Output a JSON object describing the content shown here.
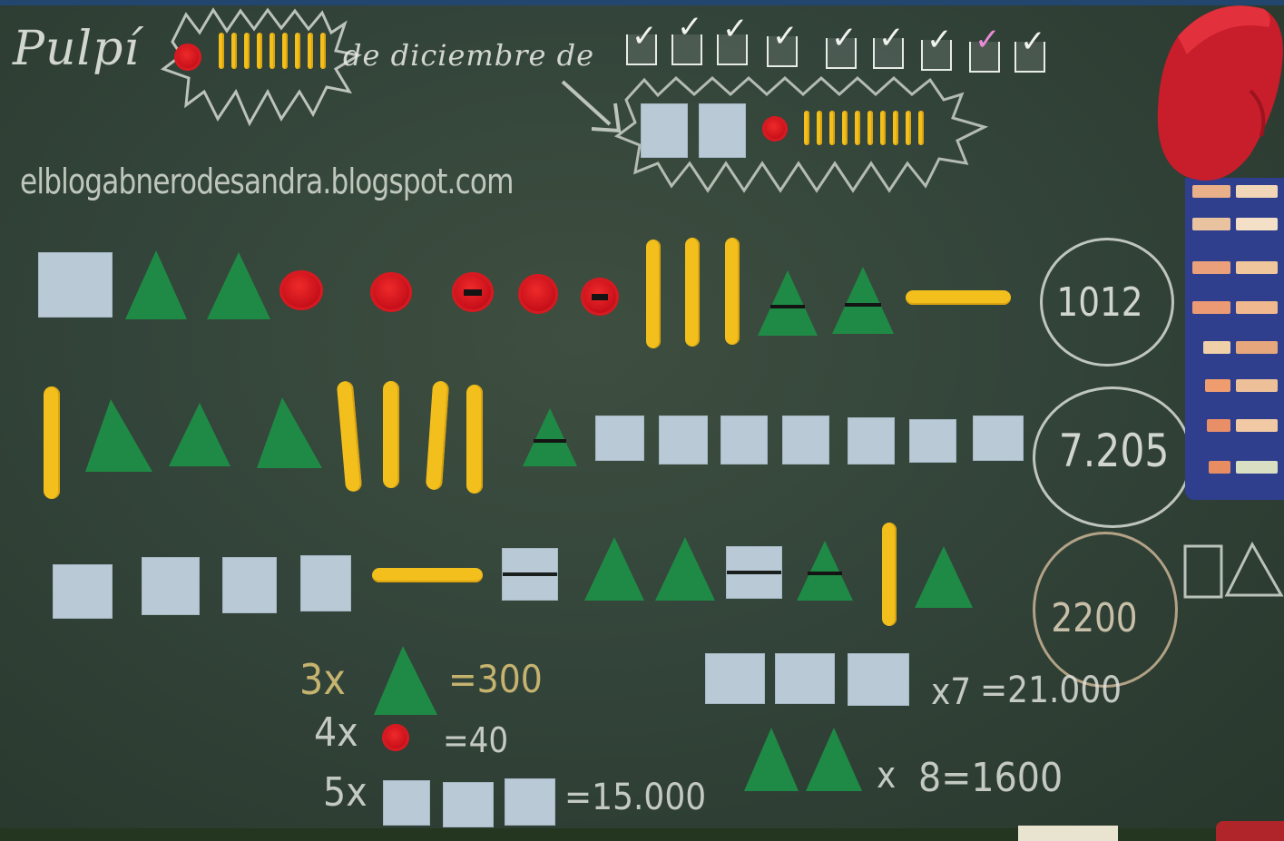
{
  "header": {
    "place": "Pulpí",
    "date_text": "de diciembre de",
    "url": "elblogabnerodesandra.blogspot.com"
  },
  "rows": [
    {
      "answer": "1012"
    },
    {
      "answer": "7.205"
    },
    {
      "answer": "2200"
    }
  ],
  "equations": [
    {
      "multiplier": "3x",
      "result": "=300"
    },
    {
      "multiplier": "4x",
      "result": "=40"
    },
    {
      "multiplier": "5x",
      "result": "=15.000"
    },
    {
      "multiplier": "x7",
      "result": "=21.000"
    },
    {
      "multiplier": "x",
      "result": "8=1600"
    }
  ],
  "colors": {
    "board": "#33443a",
    "square": "#b9cad6",
    "triangle": "#1f8a45",
    "cap": "#d0141c",
    "stick": "#f2bf1d",
    "chalk": "#e8ebe4",
    "chalk_yellow": "#e6cf86"
  }
}
